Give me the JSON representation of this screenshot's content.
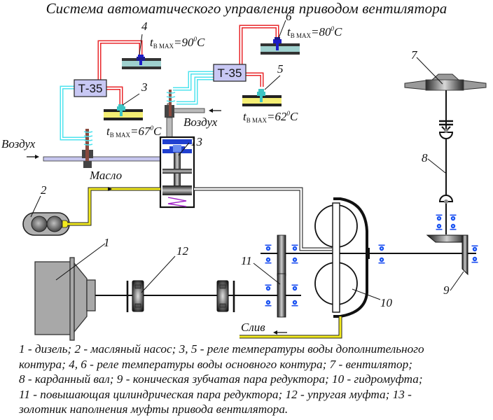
{
  "title": "Система автоматического управления приводом вентилятора",
  "colors": {
    "background": "#ffffff",
    "relay_box": "#c8c8f4",
    "signal_red": "#e8272b",
    "signal_cyan": "#4fe3ee",
    "oil_yellow": "#f2ea1e",
    "water_main": "#9fd1cf",
    "water_aux": "#f4ee74",
    "sensor_main": "#1c1cc8",
    "sensor_aux": "#3cc4c4",
    "bearing_blue": "#1a4cf0",
    "spring_purple": "#a020c8",
    "metal_gray": "#a8a8a8",
    "air_pipe": "#c6c6ee"
  },
  "relays": [
    {
      "id": "left",
      "label": "Т-35"
    },
    {
      "id": "right",
      "label": "Т-35"
    }
  ],
  "sensors": [
    {
      "number": "4",
      "prefix": "t",
      "sub": "В MAX",
      "value": "=90",
      "sup": "0",
      "unit": "C",
      "type": "main"
    },
    {
      "number": "3",
      "prefix": "t",
      "sub": "В MAX",
      "value": "=67",
      "sup": "0",
      "unit": "C",
      "type": "aux"
    },
    {
      "number": "6",
      "prefix": "t",
      "sub": "В MAX",
      "value": "=80",
      "sup": "0",
      "unit": "C",
      "type": "main"
    },
    {
      "number": "5",
      "prefix": "t",
      "sub": "В MAX",
      "value": "=62",
      "sup": "0",
      "unit": "C",
      "type": "aux"
    }
  ],
  "labels": {
    "air_left": "Воздух",
    "air_right": "Воздух",
    "oil": "Масло",
    "drain": "Слив"
  },
  "callouts": {
    "c1": "1",
    "c2": "2",
    "c7": "7",
    "c8": "8",
    "c9": "9",
    "c10": "10",
    "c11": "11",
    "c12": "12",
    "c13": "13"
  },
  "legend": {
    "lines": [
      "1 - дизель; 2 - масляный насос; 3, 5 - реле температуры воды дополнительного",
      "контура; 4, 6 - реле температуры воды основного контура; 7 - вентилятор;",
      "8 - карданный вал; 9 - коническая зубчатая пара редуктора; 10 - гидромуфта;",
      "11 - повышающая цилиндрическая пара редуктора; 12 - упругая муфта; 13 -",
      "золотник наполнения муфты привода вентилятора."
    ]
  }
}
